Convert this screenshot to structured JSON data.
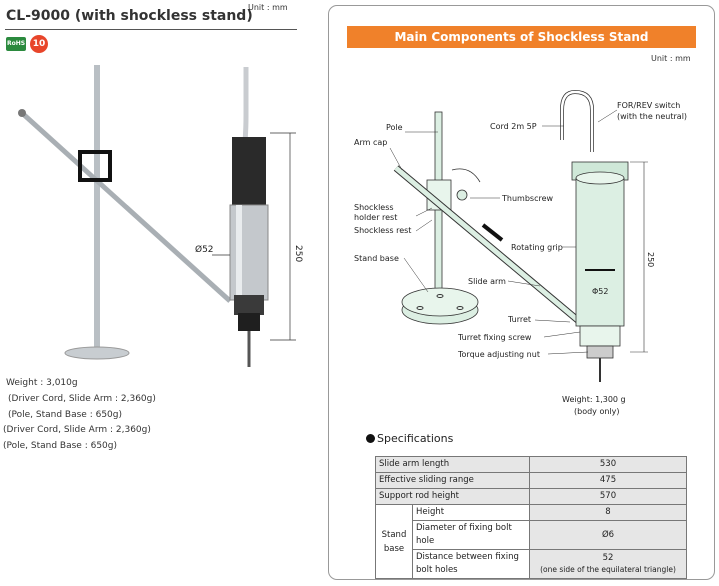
{
  "left": {
    "title": "CL-9000 (with shockless stand)",
    "unit": "Unit : mm",
    "badges": {
      "rohs": "RoHS",
      "ten": "10"
    },
    "dim_diameter": "⌀5​2",
    "dim_diameter_text": "Ø52",
    "dim_height": "250",
    "specs": [
      "Weight : 3,010g",
      "(Driver Cord, Slide Arm : 2,360g)",
      "(Pole, Stand Base : 650g)",
      "(Driver Cord, Slide Arm : 2,360g)",
      "(Pole, Stand Base : 650g)"
    ]
  },
  "panel": {
    "header": "Main Components of Shockless Stand",
    "unit": "Unit : mm",
    "labels": {
      "pole": "Pole",
      "arm_cap": "Arm cap",
      "cord": "Cord 2m 5P",
      "for_rev_1": "FOR/REV switch",
      "for_rev_2": "(with the neutral)",
      "thumbscrew": "Thumbscrew",
      "holder_rest_1": "Shockless",
      "holder_rest_2": "holder rest",
      "shockless_rest": "Shockless rest",
      "rotating_grip": "Rotating grip",
      "stand_base": "Stand base",
      "slide_arm": "Slide arm",
      "diameter": "Φ52",
      "height": "250",
      "turret": "Turret",
      "turret_screw": "Turret fixing screw",
      "torque_nut": "Torque adjusting nut",
      "weight": "Weight: 1,300 g",
      "body_only": "(body only)"
    },
    "spec_heading": "Specifications",
    "spec_rows": [
      {
        "label": "Slide arm length",
        "value": "530"
      },
      {
        "label": "Effective sliding range",
        "value": "475"
      },
      {
        "label": "Support rod height",
        "value": "570"
      }
    ],
    "stand_base_group": {
      "label_1": "Stand",
      "label_2": "base",
      "rows": [
        {
          "label": "Height",
          "value": "8"
        },
        {
          "label": "Diameter of fixing bolt hole",
          "value": "Ø6"
        },
        {
          "label": "Distance between fixing bolt holes",
          "value": "52",
          "note": "(one side of the equilateral triangle)"
        }
      ]
    }
  }
}
